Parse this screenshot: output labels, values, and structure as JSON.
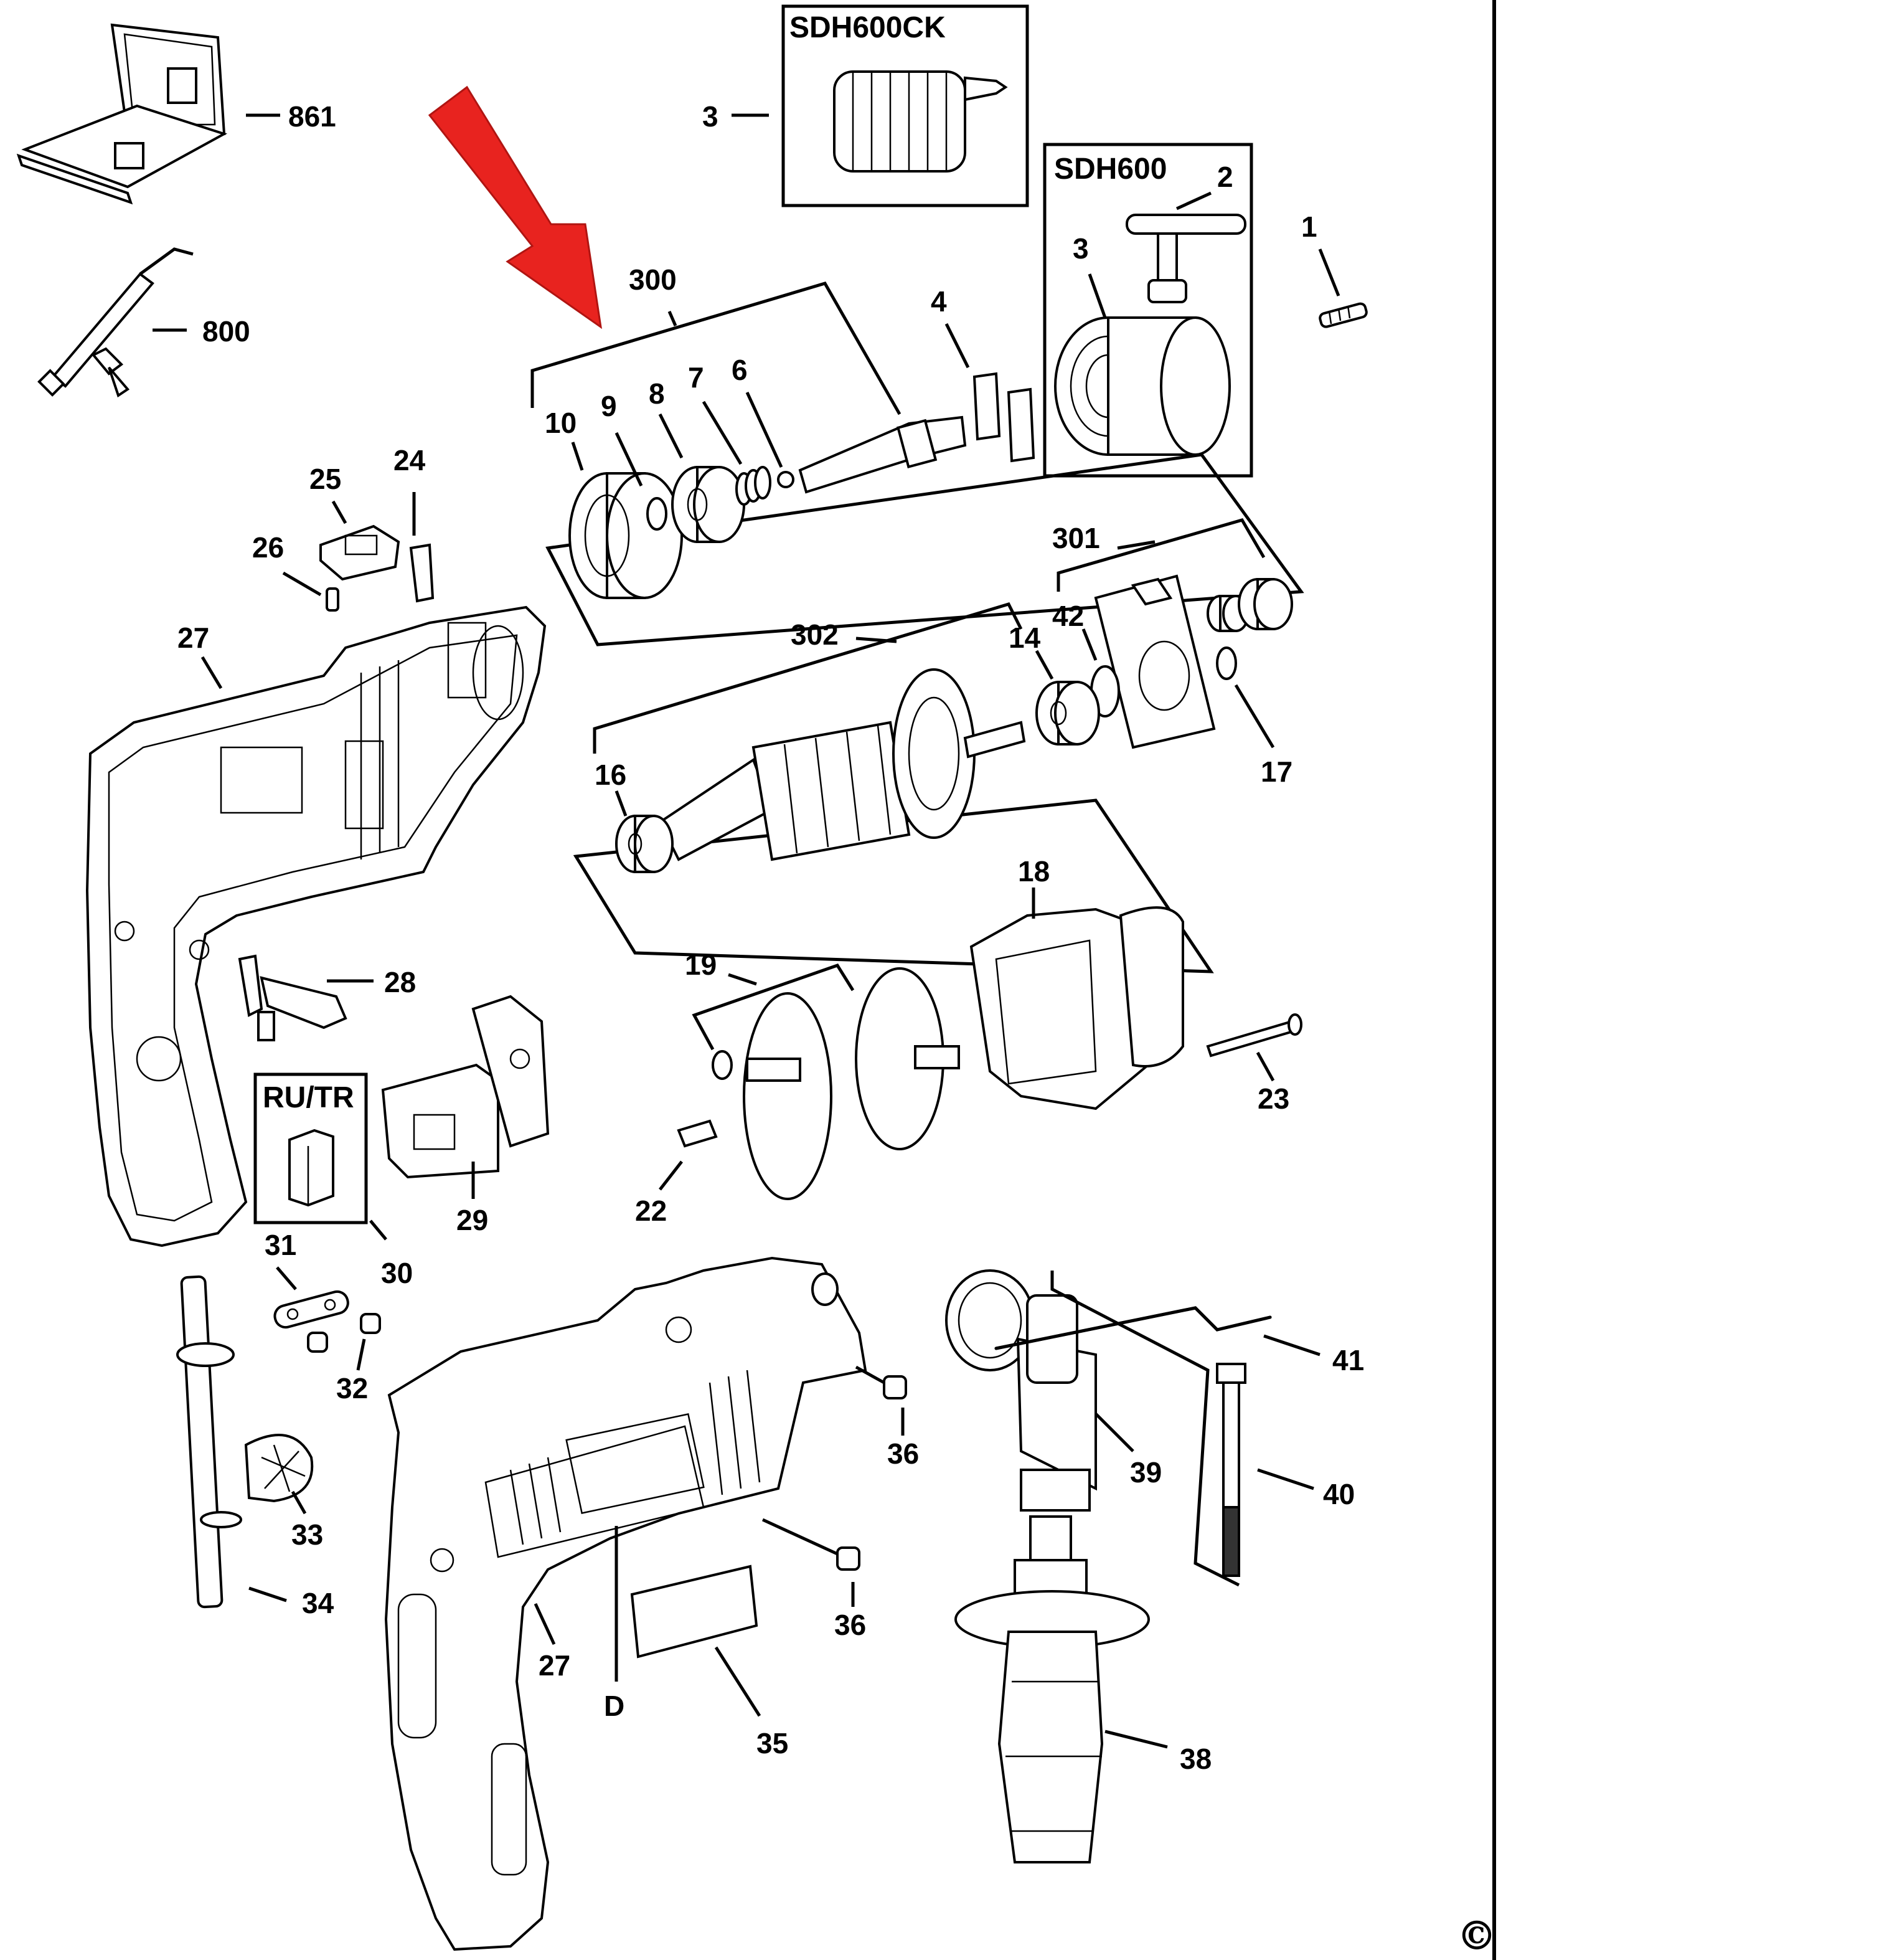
{
  "boxes": {
    "sdh600ck": "SDH600CK",
    "sdh600": "SDH600",
    "ru_tr": "RU/TR"
  },
  "labels": {
    "p861": "861",
    "p800": "800",
    "p3a": "3",
    "p2": "2",
    "p3b": "3",
    "p1": "1",
    "p300": "300",
    "p4": "4",
    "p10": "10",
    "p9": "9",
    "p8": "8",
    "p7": "7",
    "p6": "6",
    "p25": "25",
    "p24": "24",
    "p26": "26",
    "p301": "301",
    "p27a": "27",
    "p302": "302",
    "p14": "14",
    "p42": "42",
    "p17": "17",
    "p16": "16",
    "p18": "18",
    "p28": "28",
    "p19": "19",
    "p23": "23",
    "p29": "29",
    "p22": "22",
    "p31": "31",
    "p30": "30",
    "p32": "32",
    "p36a": "36",
    "p41": "41",
    "p39": "39",
    "p40": "40",
    "p33": "33",
    "p34": "34",
    "p36b": "36",
    "p27b": "27",
    "pD": "D",
    "p35": "35",
    "p38": "38"
  },
  "copyright_symbol": "©",
  "colors": {
    "arrow": "#e8231f",
    "ink": "#000000"
  }
}
